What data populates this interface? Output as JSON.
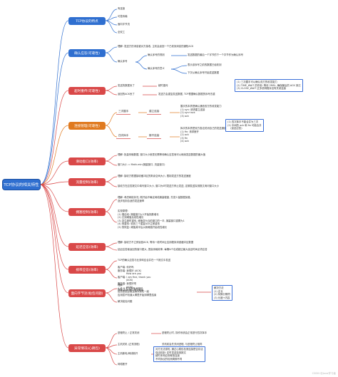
{
  "root": "TCP协议的相关特性",
  "colors": {
    "root": "#2f6fd0",
    "features": "#2f6fd0",
    "ack": "#2f6fd0",
    "timeout": "#d94848",
    "conn": "#e07a1f",
    "window": "#d94848",
    "flow": "#d94848",
    "congestion": "#d94848",
    "delay": "#d94848",
    "piggyback": "#d94848",
    "stream": "#d94848",
    "exception": "#d94848"
  },
  "branches": {
    "features": {
      "label": "TCP协议的特点",
      "leaves": [
        "有连接",
        "可靠传输",
        "面向字节流",
        "全双工"
      ]
    },
    "ack": {
      "label": "确认应答(可靠性)",
      "intro": "理解: 发送方的消息被对方接收, 主机会返回一个已收到消息的通知ACK",
      "sub": "确认序号",
      "sub_a": "确认序号的规则",
      "sub_a_text": "发送数据的最后一个字节的下一个字节作为确认序号",
      "sub_b": "确认序号的意义",
      "sub_b_text1": "表示该序号之前的数据已经收到",
      "sub_b_text2": "下次从确认序号开始发送数据"
    },
    "timeout": {
      "label": "超时重传(可靠性)",
      "s1": "发送的数据丢了",
      "s1_text": "超时重传",
      "s2": "返回的ACK丢了",
      "s2_text": "发送方会重复发送数据, TCP根据确认数据的序号去重"
    },
    "conn": {
      "label": "连接管理(可靠性)",
      "hs": "三次握手",
      "hs_mid": "建立连接",
      "hs_text": "握手的本质是确认通信双方的收发能力\n(1) syn: 请求建立连接\n(2) syn+ack\n(3) ack",
      "wv": "四次挥手",
      "wv_mid": "断开连接",
      "wv_text": "挥手的本质是双方各自关闭自己的发送通道\n(1) fin: 请求断开\n(2) ack\n(3) fin\n(4) ack",
      "box_text": "(1) 三次握手可以确认双方的收发能力\n(2) TIME_WAIT 的作用: 等待 2MSL, 确保最后的 ACK 到达\n(3) CLOSE_WAIT 过多说明程序没有关闭连接",
      "box2_text": "(1) 四次挥手不能合并为三次\n(2) 中间的 ack 和 fin 可能合并\n    (延迟应答)"
    },
    "window": {
      "label": "滑动窗口(效率)",
      "t1": "理解: 批量传输数据, 窗口大小就是无需等待确认应答而可以继续发送数据的最大值",
      "t2": "窗口大小 = Math.min(拥塞窗口, 流量窗口)"
    },
    "flow": {
      "label": "流量控制(效率)",
      "t1": "理解: 接收方根据接收缓冲区的剩余空间大小, 限制发送方的发送速度",
      "t2": "接收方在应答报文中填写窗口大小, 窗口为0时发送方停止发送, 定期发送探测报文询问窗口大小"
    },
    "congestion": {
      "label": "拥塞控制(效率)",
      "t1": "理解: 考虑网络状况, 刚开始不确定网络拥塞程度, 先发少量数据探路,\n逐步找到合适的发送速率",
      "t2": "实现原理:\n(1) 慢启动: 拥塞窗口从1开始指数增长\n(2) 达到阈值后线性增长\n(3) 发生超时重传, 阈值变为当前窗口的一半, 拥塞窗口重置为1\n(4) 快重传: 收到三个重复ACK立即重传\n(5) 快恢复: 阈值减半后从新阈值开始线性增长"
    },
    "delay": {
      "label": "延迟应答(效率)",
      "t1": "理解: 接收方不立即返回ACK, 等待一段时间让应用程序消费缓冲区数据",
      "t2": "延迟应答使返回的窗口更大, 提高传输效率; 每隔N个包或超过最大延迟时间必须应答"
    },
    "piggyback": {
      "label": "捎带应答(效率)",
      "t1": "TCP的确认应答与业务响应合并在一个报文中发送",
      "t2": "客户端: 你好吗\n服务端: 我很好 (ACK)\n           How are you\n客户端: I am fine, thank you\n           (ACK)\n服务端: 我很好吧\n           (ACK)\n捎带 ACK 减少报文数量"
    },
    "stream": {
      "label": "面向字节流(粘包问题)",
      "t1": "理解:\nA 给 B 发送多条消息时\n这些数据会被连续存放在一起\n应用层不知道从哪里开始到哪里结束",
      "t2": "解决粘包问题",
      "box": "解决方法\n(1) 定长\n(2) 特殊分隔符\n(3) 长度+内容"
    },
    "exception": {
      "label": "异常情况(心跳包)",
      "e1": "进程终止 / 正常关闭",
      "e1_text": "进程终止时, 操作系统会正常进行四次挥手",
      "e2": "主机关机 (正常流程)",
      "e2_text": "关机前会先关闭进程, 与进程终止相同",
      "e3": "主机断电/网线断开",
      "e3_text": "对方无法感知, 通过心跳包检测连接是否存活\n保活机制: 定时发送探测报文\n超时未响应则释放连接\n不同协议的检测周期不同",
      "e4": "网络断开"
    }
  },
  "watermark": "CSDN @Java学习者"
}
